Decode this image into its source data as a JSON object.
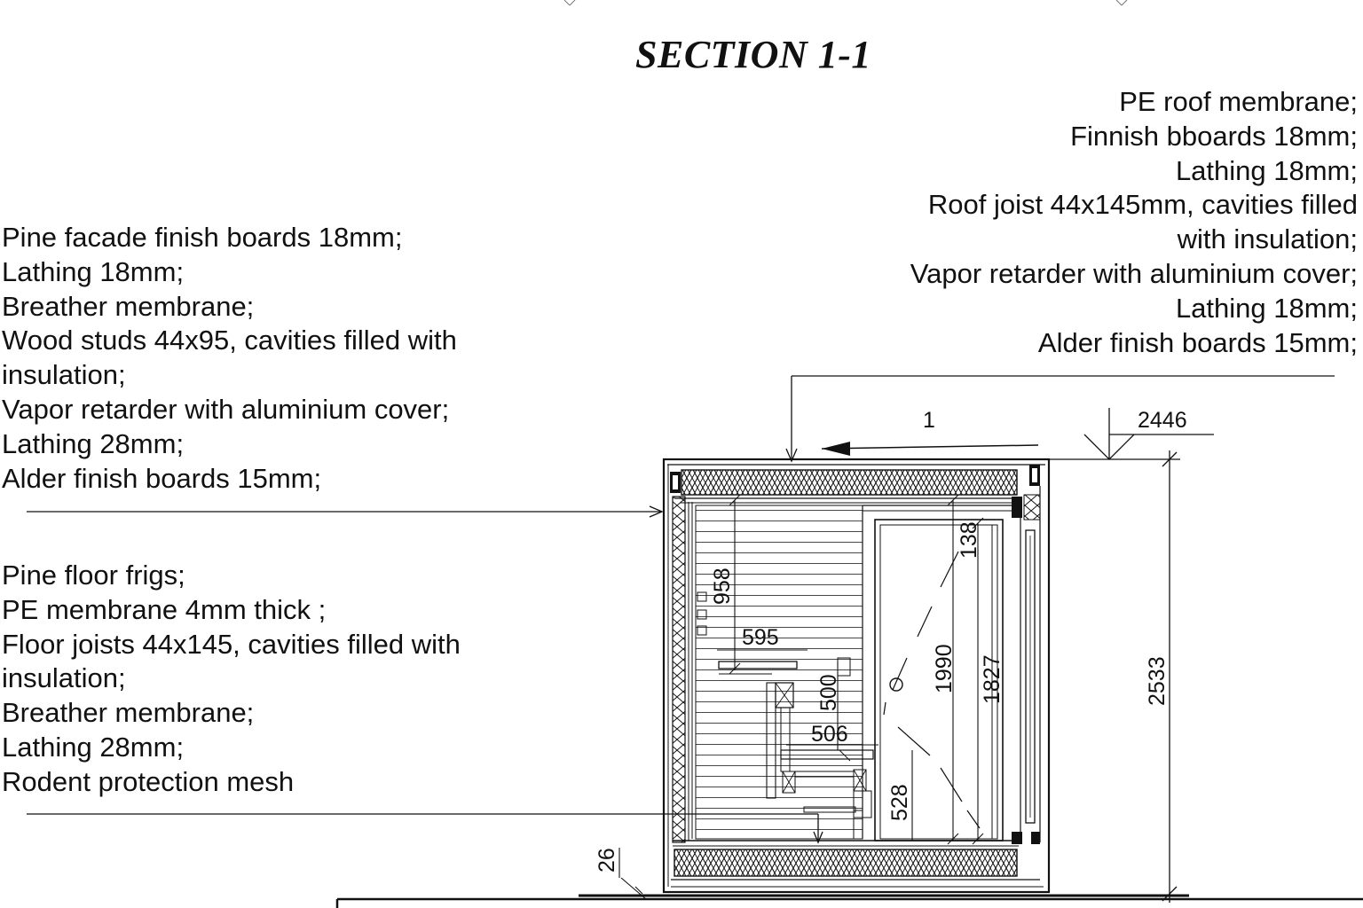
{
  "title": "SECTION 1-1",
  "wall_layers": [
    "Pine facade finish boards 18mm;",
    "Lathing 18mm;",
    "Breather membrane;",
    "Wood studs 44x95, cavities filled with",
    "insulation;",
    "Vapor retarder with aluminium cover;",
    "Lathing 28mm;",
    "Alder finish boards 15mm;"
  ],
  "floor_layers": [
    "Pine floor frigs;",
    "PE membrane 4mm thick ;",
    "Floor joists 44x145, cavities filled with",
    "insulation;",
    "Breather membrane;",
    "Lathing 28mm;",
    "Rodent protection mesh"
  ],
  "roof_layers": [
    "PE roof membrane;",
    "Finnish bboards 18mm;",
    "Lathing 18mm;",
    "Roof joist 44x145mm, cavities filled",
    "with insulation;",
    "Vapor retarder with aluminium cover;",
    "Lathing 18mm;",
    "Alder finish boards 15mm;"
  ],
  "section_marker": "1",
  "dimensions": {
    "top_level": "2446",
    "total_height": "2533",
    "bench_upper_height": "958",
    "bench_upper_depth": "595",
    "bench_lower_height": "500",
    "bench_lower_depth": "506",
    "step_height": "528",
    "door_height": "1990",
    "door_leaf_height": "1827",
    "door_head": "138",
    "base_offset": "26"
  }
}
